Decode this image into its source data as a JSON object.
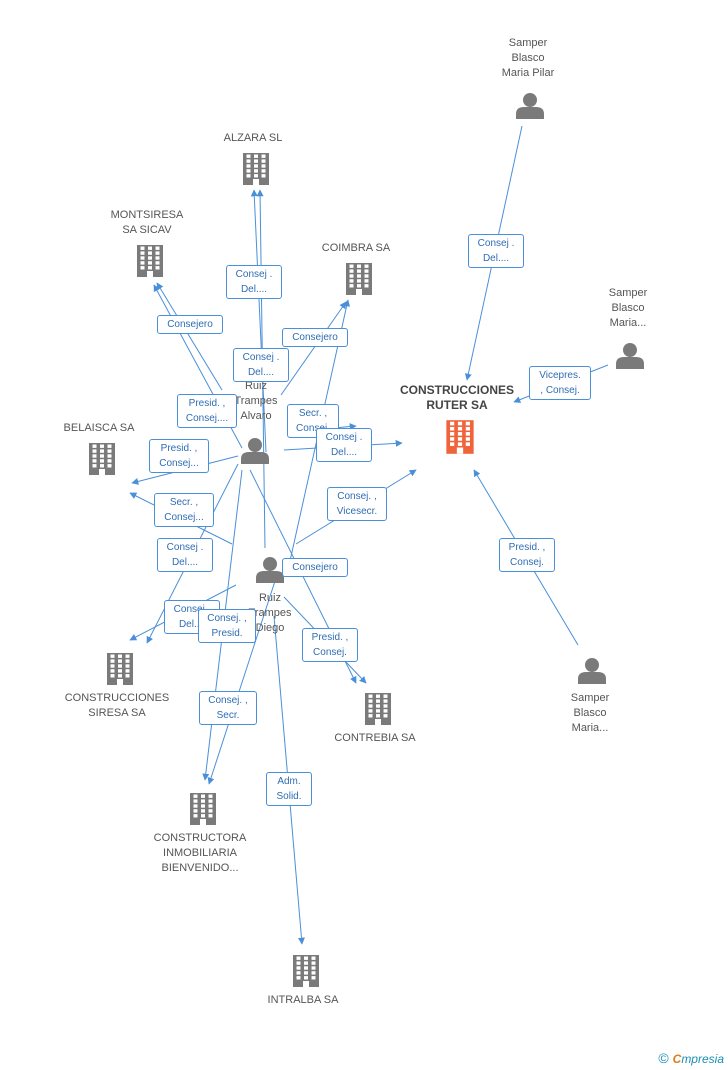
{
  "colors": {
    "edge": "#4a90d9",
    "node": "#7a7a7a",
    "focus": "#f0643c"
  },
  "nodes": [
    {
      "id": "samper1",
      "type": "person",
      "label": "Samper\nBlasco\nMaria Pilar",
      "icon": "person-icon"
    },
    {
      "id": "samper2",
      "type": "person",
      "label": "Samper\nBlasco\nMaria...",
      "icon": "person-icon"
    },
    {
      "id": "samper3",
      "type": "person",
      "label": "Samper\nBlasco\nMaria...",
      "icon": "person-icon"
    },
    {
      "id": "ruter",
      "type": "company-focus",
      "label": "CONSTRUCCIONES\nRUTER SA",
      "icon": "building-icon"
    },
    {
      "id": "alzara",
      "type": "company",
      "label": "ALZARA SL",
      "icon": "building-icon"
    },
    {
      "id": "montsiresa",
      "type": "company",
      "label": "MONTSIRESA\nSA SICAV",
      "icon": "building-icon"
    },
    {
      "id": "coimbra",
      "type": "company",
      "label": "COIMBRA SA",
      "icon": "building-icon"
    },
    {
      "id": "belaisca",
      "type": "company",
      "label": "BELAISCA SA",
      "icon": "building-icon"
    },
    {
      "id": "ruizalvaro",
      "type": "person",
      "label": "Ruiz\nTrampes\nAlvaro",
      "icon": "person-icon"
    },
    {
      "id": "ruizdiego",
      "type": "person",
      "label": "Ruiz\nTrampes\nDiego",
      "icon": "person-icon"
    },
    {
      "id": "siresa",
      "type": "company",
      "label": "CONSTRUCCIONES\nSIRESA SA",
      "icon": "building-icon"
    },
    {
      "id": "contrebia",
      "type": "company",
      "label": "CONTREBIA SA",
      "icon": "building-icon"
    },
    {
      "id": "constructora",
      "type": "company",
      "label": "CONSTRUCTORA\nINMOBILIARIA\nBIENVENIDO...",
      "icon": "building-icon"
    },
    {
      "id": "intralba",
      "type": "company",
      "label": "INTRALBA SA",
      "icon": "building-icon"
    }
  ],
  "edge_labels": [
    "Consej .\nDel....",
    "Vicepres.\n, Consej.",
    "Presid. ,\nConsej.",
    "Consej .\nDel....",
    "Consejero",
    "Consejero",
    "Consej .\nDel....",
    "Presid. ,\nConsej....",
    "Secr. ,\nConsej.",
    "Consej .\nDel....",
    "Presid. ,\nConsej...",
    "Consej. ,\nVicesecr.",
    "Secr. ,\nConsej...",
    "Consej .\nDel....",
    "Consejero",
    "Consej .\nDel....",
    "Consej. ,\nPresid.",
    "Presid. ,\nConsej.",
    "Consej. ,\nSecr.",
    "Adm.\nSolid."
  ],
  "footer": {
    "copyright": "©",
    "brand_first": "C",
    "brand_rest": "mpresia"
  }
}
